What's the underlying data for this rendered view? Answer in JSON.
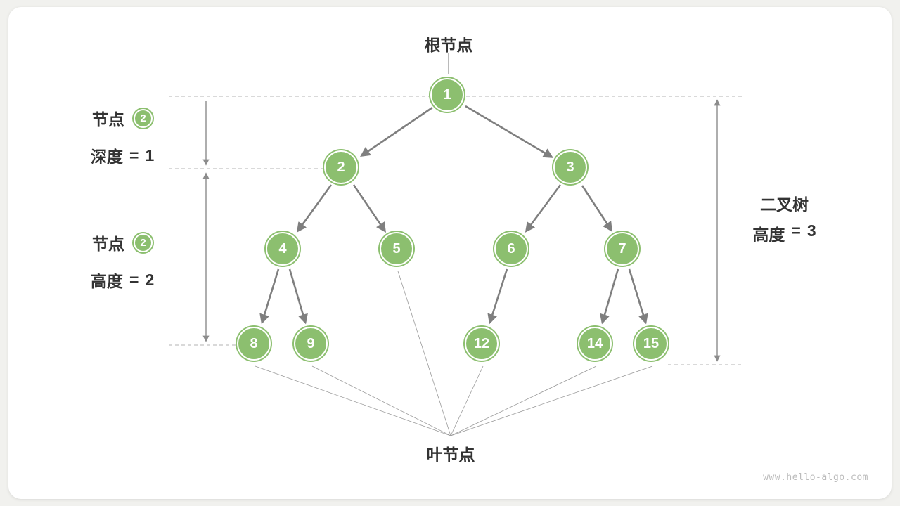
{
  "figure": {
    "title_root": "根节点",
    "label_leaf": "叶节点",
    "watermark": "www.hello-algo.com"
  },
  "annotations": {
    "node_depth": {
      "label": "节点",
      "badge": "2",
      "metric": "深度",
      "eq": "=",
      "value": "1"
    },
    "node_height": {
      "label": "节点",
      "badge": "2",
      "metric": "高度",
      "eq": "=",
      "value": "2"
    },
    "tree_height": {
      "title": "二叉树",
      "metric": "高度",
      "eq": "=",
      "value": "3"
    }
  },
  "tree": {
    "nodes": [
      {
        "value": "1"
      },
      {
        "value": "2"
      },
      {
        "value": "3"
      },
      {
        "value": "4"
      },
      {
        "value": "5"
      },
      {
        "value": "6"
      },
      {
        "value": "7"
      },
      {
        "value": "8"
      },
      {
        "value": "9"
      },
      {
        "value": "12"
      },
      {
        "value": "14"
      },
      {
        "value": "15"
      }
    ],
    "edges": [
      "1→2",
      "1→3",
      "2→4",
      "2→5",
      "3→6",
      "3→7",
      "4→8",
      "4→9",
      "6→12",
      "7→14",
      "7→15"
    ],
    "leaves": [
      "8",
      "9",
      "5",
      "12",
      "14",
      "15"
    ]
  },
  "colors": {
    "node_green": "#8cbf6f",
    "arrow_gray": "#7f7f7f",
    "dashed_gray": "#b3b3b3",
    "text_dark": "#333333"
  }
}
